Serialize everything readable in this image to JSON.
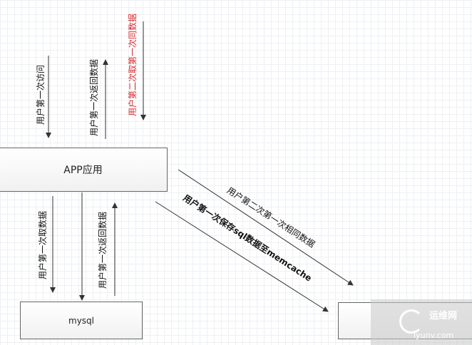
{
  "nodes": {
    "app": "APP应用",
    "mysql": "mysql",
    "memcache": ""
  },
  "edges": {
    "user_first_visit": "用户第一次访问",
    "first_return_data": "用户第一次返回数据",
    "second_same_data": "用户第二次取第一次同数据",
    "first_fetch_data": "用户第一次取数据",
    "mysql_first_return": "用户第一次返回数据",
    "second_same_data_cache": "用户第二次第一次相同数据",
    "save_sql_to_memcache": "用户第一次保存sql数据至memcache"
  },
  "watermark": {
    "cn": "运维网",
    "en": "iyunv.com"
  },
  "colors": {
    "red_label": "#d8282c",
    "line": "#333333"
  }
}
